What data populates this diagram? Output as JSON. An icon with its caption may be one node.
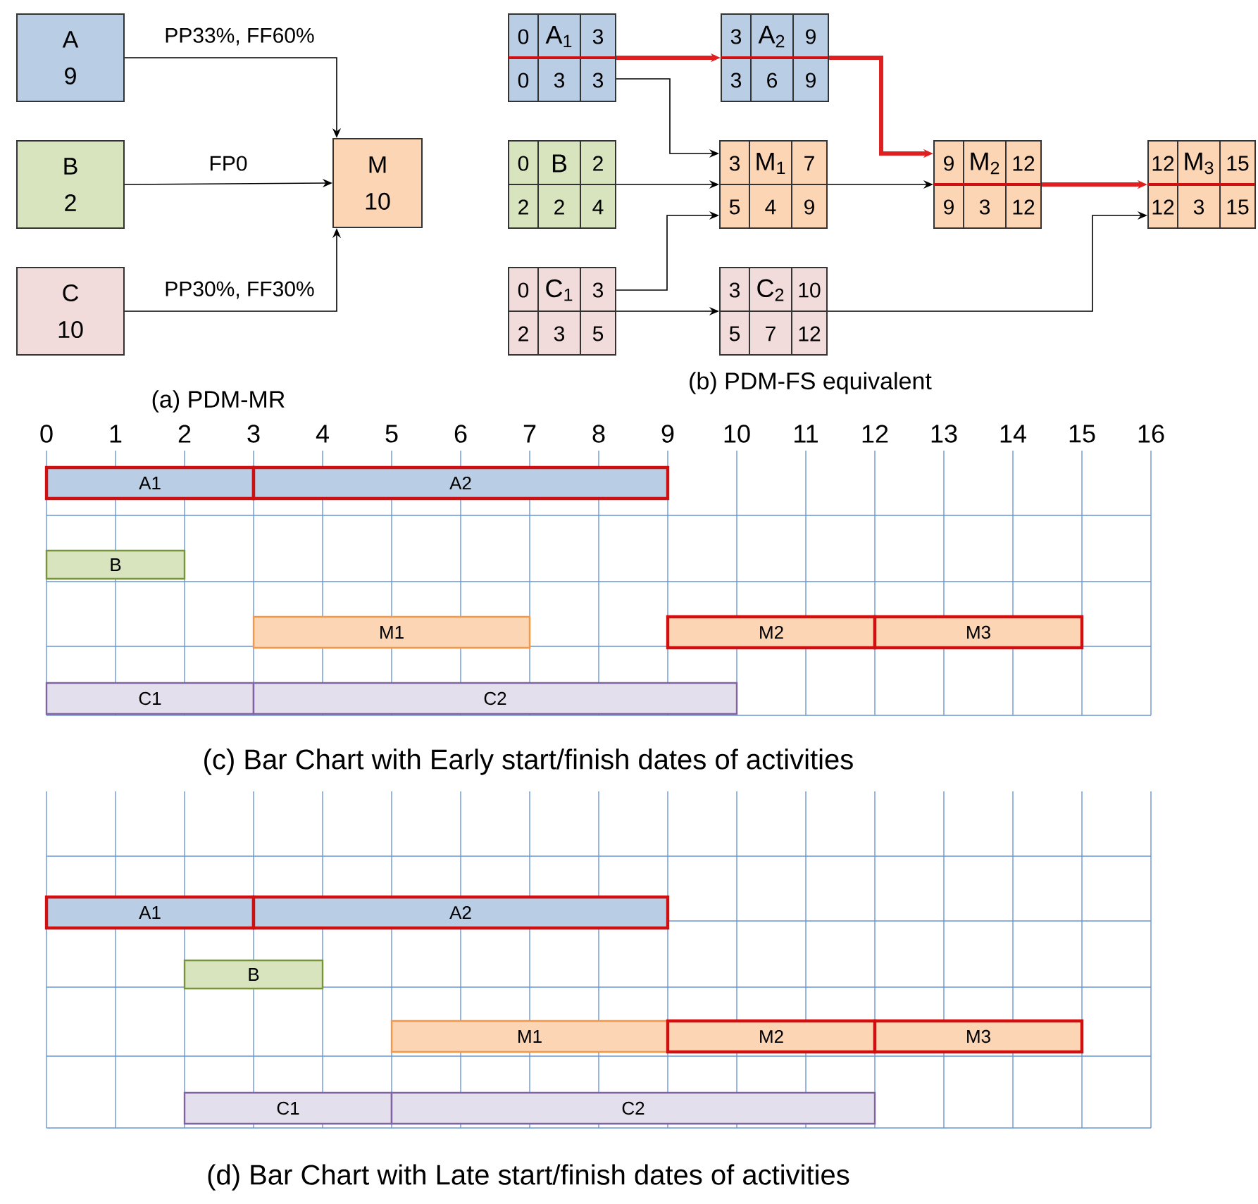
{
  "diagram": {
    "nodes": [
      {
        "text": [
          "A",
          "9"
        ]
      },
      {
        "text": [
          "B",
          "2"
        ]
      },
      {
        "text": [
          "C",
          "10"
        ]
      },
      {
        "text": [
          "M",
          "10"
        ]
      },
      {
        "text": [
          "0",
          "A$_{1}$",
          "3",
          "0",
          "3",
          "3"
        ]
      },
      {
        "text": [
          "3",
          "A$_{2}$",
          "9",
          "3",
          "6",
          "9"
        ]
      },
      {
        "text": [
          "0",
          "B",
          "2",
          "2",
          "2",
          "4"
        ]
      },
      {
        "text": [
          "3",
          "M$_{1}$",
          "7",
          "5",
          "4",
          "9"
        ]
      },
      {
        "text": [
          "9",
          "M$_{2}$",
          "12",
          "9",
          "3",
          "12"
        ]
      },
      {
        "text": [
          "12",
          "M$_{3}$",
          "15",
          "12",
          "3",
          "15"
        ]
      },
      {
        "text": [
          "0",
          "C$_{1}$",
          "3",
          "2",
          "3",
          "5"
        ]
      },
      {
        "text": [
          "3",
          "C$_{2}$",
          "10",
          "5",
          "7",
          "12"
        ]
      },
      {
        "text": [
          "A1"
        ]
      },
      {
        "text": [
          "A2"
        ]
      },
      {
        "text": [
          "B"
        ]
      },
      {
        "text": [
          "M1"
        ]
      },
      {
        "text": [
          "M2"
        ]
      },
      {
        "text": [
          "M3"
        ]
      },
      {
        "text": [
          "C1"
        ]
      },
      {
        "text": [
          "C2"
        ]
      },
      {
        "text": [
          "A1"
        ]
      },
      {
        "text": [
          "A2"
        ]
      },
      {
        "text": [
          "B"
        ]
      },
      {
        "text": [
          "M1"
        ]
      },
      {
        "text": [
          "M2"
        ]
      },
      {
        "text": [
          "M3"
        ]
      },
      {
        "text": [
          "C1"
        ]
      },
      {
        "text": [
          "C2"
        ]
      }
    ],
    "edges": [
      {
        "from": 0,
        "to": 3,
        "arrow": "to",
        "label": "PP33%, FF60%"
      },
      {
        "from": 1,
        "to": 3,
        "arrow": "to",
        "label": "FP0"
      },
      {
        "from": 2,
        "to": 3,
        "arrow": "to",
        "label": "PP30%, FF30%"
      },
      {
        "from": 4,
        "to": 5,
        "arrow": "to",
        "style": "thick",
        "color": "#e02020"
      },
      {
        "from": 4,
        "to": 7,
        "arrow": "to"
      },
      {
        "from": 6,
        "to": 7,
        "arrow": "to"
      },
      {
        "from": 10,
        "to": 7,
        "arrow": "to"
      },
      {
        "from": 10,
        "to": 11,
        "arrow": "to"
      },
      {
        "from": 5,
        "to": 8,
        "arrow": "to",
        "style": "thick",
        "color": "#e02020"
      },
      {
        "from": 7,
        "to": 8,
        "arrow": "to"
      },
      {
        "from": 8,
        "to": 9,
        "arrow": "to",
        "style": "thick",
        "color": "#e02020"
      },
      {
        "from": 11,
        "to": 9,
        "arrow": "to"
      }
    ],
    "labels": [
      "(a) PDM-MR",
      "(b) PDM-FS equivalent",
      "0",
      "1",
      "2",
      "3",
      "4",
      "5",
      "6",
      "7",
      "8",
      "9",
      "10",
      "11",
      "12",
      "13",
      "14",
      "15",
      "16",
      "(c) Bar Chart with Early start/finish dates of activities",
      "(d) Bar Chart with Late start/finish dates of activities"
    ]
  }
}
